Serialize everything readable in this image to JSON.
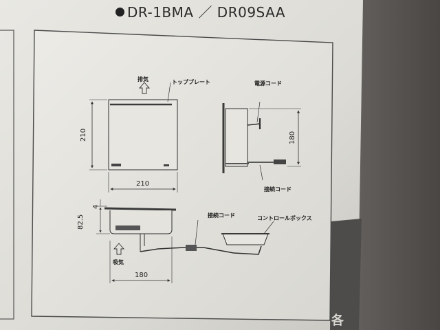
{
  "header": {
    "model_title": "DR-1BMA ／ DR09SAA"
  },
  "diagram": {
    "top_view": {
      "exhaust_label": "排気",
      "top_plate_label": "トッププレート",
      "width_dim": "210",
      "depth_dim": "210"
    },
    "side_view": {
      "power_cord_label": "電源コード",
      "connection_cord_label": "接続コード",
      "height_dim": "180"
    },
    "front_view": {
      "dim_82_5": "82.5",
      "dim_4": "4",
      "intake_label": "吸気",
      "width_dim": "180",
      "connection_cord_label": "接続コード",
      "control_box_label": "コントロールボックス"
    }
  },
  "page_edge": {
    "corner_char": "各"
  }
}
